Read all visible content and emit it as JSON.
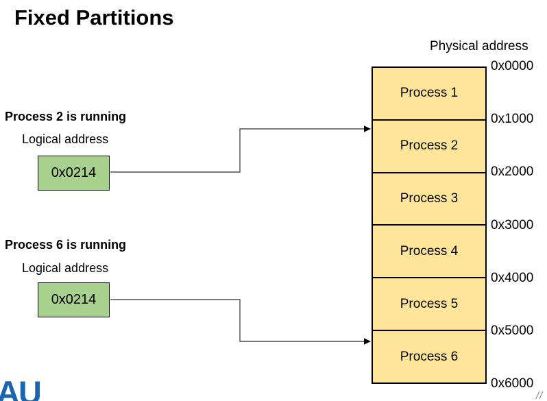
{
  "title": "Fixed Partitions",
  "physical_address_label": "Physical address",
  "memory": {
    "partitions": [
      {
        "label": "Process 1"
      },
      {
        "label": "Process 2"
      },
      {
        "label": "Process 3"
      },
      {
        "label": "Process 4"
      },
      {
        "label": "Process 5"
      },
      {
        "label": "Process 6"
      }
    ],
    "addresses": [
      "0x0000",
      "0x1000",
      "0x2000",
      "0x3000",
      "0x4000",
      "0x5000",
      "0x6000"
    ]
  },
  "groups": [
    {
      "heading": "Process 2 is running",
      "sublabel": "Logical address",
      "value": "0x0214"
    },
    {
      "heading": "Process 6 is running",
      "sublabel": "Logical address",
      "value": "0x0214"
    }
  ],
  "logo_text": "AU",
  "footer_fragment": "//",
  "colors": {
    "partition_fill": "#FFE599",
    "logical_box_fill": "#A9D18E",
    "logo_blue": "#1B64AF",
    "connector_line": "#4d4d4d",
    "text": "#000000"
  }
}
